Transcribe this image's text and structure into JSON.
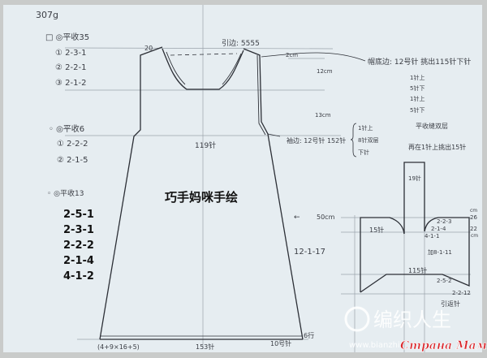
{
  "weight": "307g",
  "left_notes": {
    "group1": {
      "title": "□ ◎平收35",
      "steps": [
        "① 2-3-1",
        "② 2-2-1",
        "③ 2-1-2"
      ]
    },
    "group2": {
      "title": "◦ ◎平收6",
      "steps": [
        "① 2-2-2",
        "② 2-1-5"
      ]
    },
    "group3": {
      "title": "◦ ◎平收13",
      "steps": [
        "2-5-1",
        "2-3-1",
        "2-2-2",
        "2-1-4",
        "4-1-2"
      ]
    }
  },
  "title": "巧手妈咪手绘",
  "body": {
    "shoulder": "20",
    "neck_edge": "引边: 5555",
    "dim_2cm": "2cm",
    "dim_12cm": "12cm",
    "dim_13cm": "13cm",
    "stitches_119": "119针",
    "side_decrease": "12-1-17",
    "width_50cm": "50cm",
    "arrow": "←",
    "bottom_formula": "(4+9×16+5)",
    "bottom_stitches": "153针",
    "needle": "10号针",
    "rows": "6行"
  },
  "hood_edge": {
    "label": "帽底边: 12号针 挑出115针下针",
    "rows": [
      "1针上",
      "5针下",
      "1针上",
      "5针下"
    ],
    "note1": "平收缝双层",
    "note2": "再在1针上挑出15针"
  },
  "sleeve_edge": {
    "label": "袖边: 12号针 152针",
    "brace": [
      "1针上",
      "8针双层",
      "下针"
    ]
  },
  "hood": {
    "top": "19针",
    "side": "15针",
    "steps_right": [
      "2-2-3",
      "2-1-4",
      "4-1-1"
    ],
    "cm_top_unit": "cm",
    "cm_top": "26",
    "cm_mid": "22",
    "cm_mid_unit": "cm",
    "increase": "加8-1-11",
    "base": "115针",
    "step_a": "2-5-2",
    "step_b": "2-2-12",
    "short_rows": "引返针"
  },
  "watermark": {
    "cn": "编织人生",
    "url": "www.bianzhi",
    "ru": "Страна Мам"
  },
  "colors": {
    "paper": "#e6edf1",
    "ink": "#2c2f36",
    "watermark_red": "#d9262b"
  }
}
